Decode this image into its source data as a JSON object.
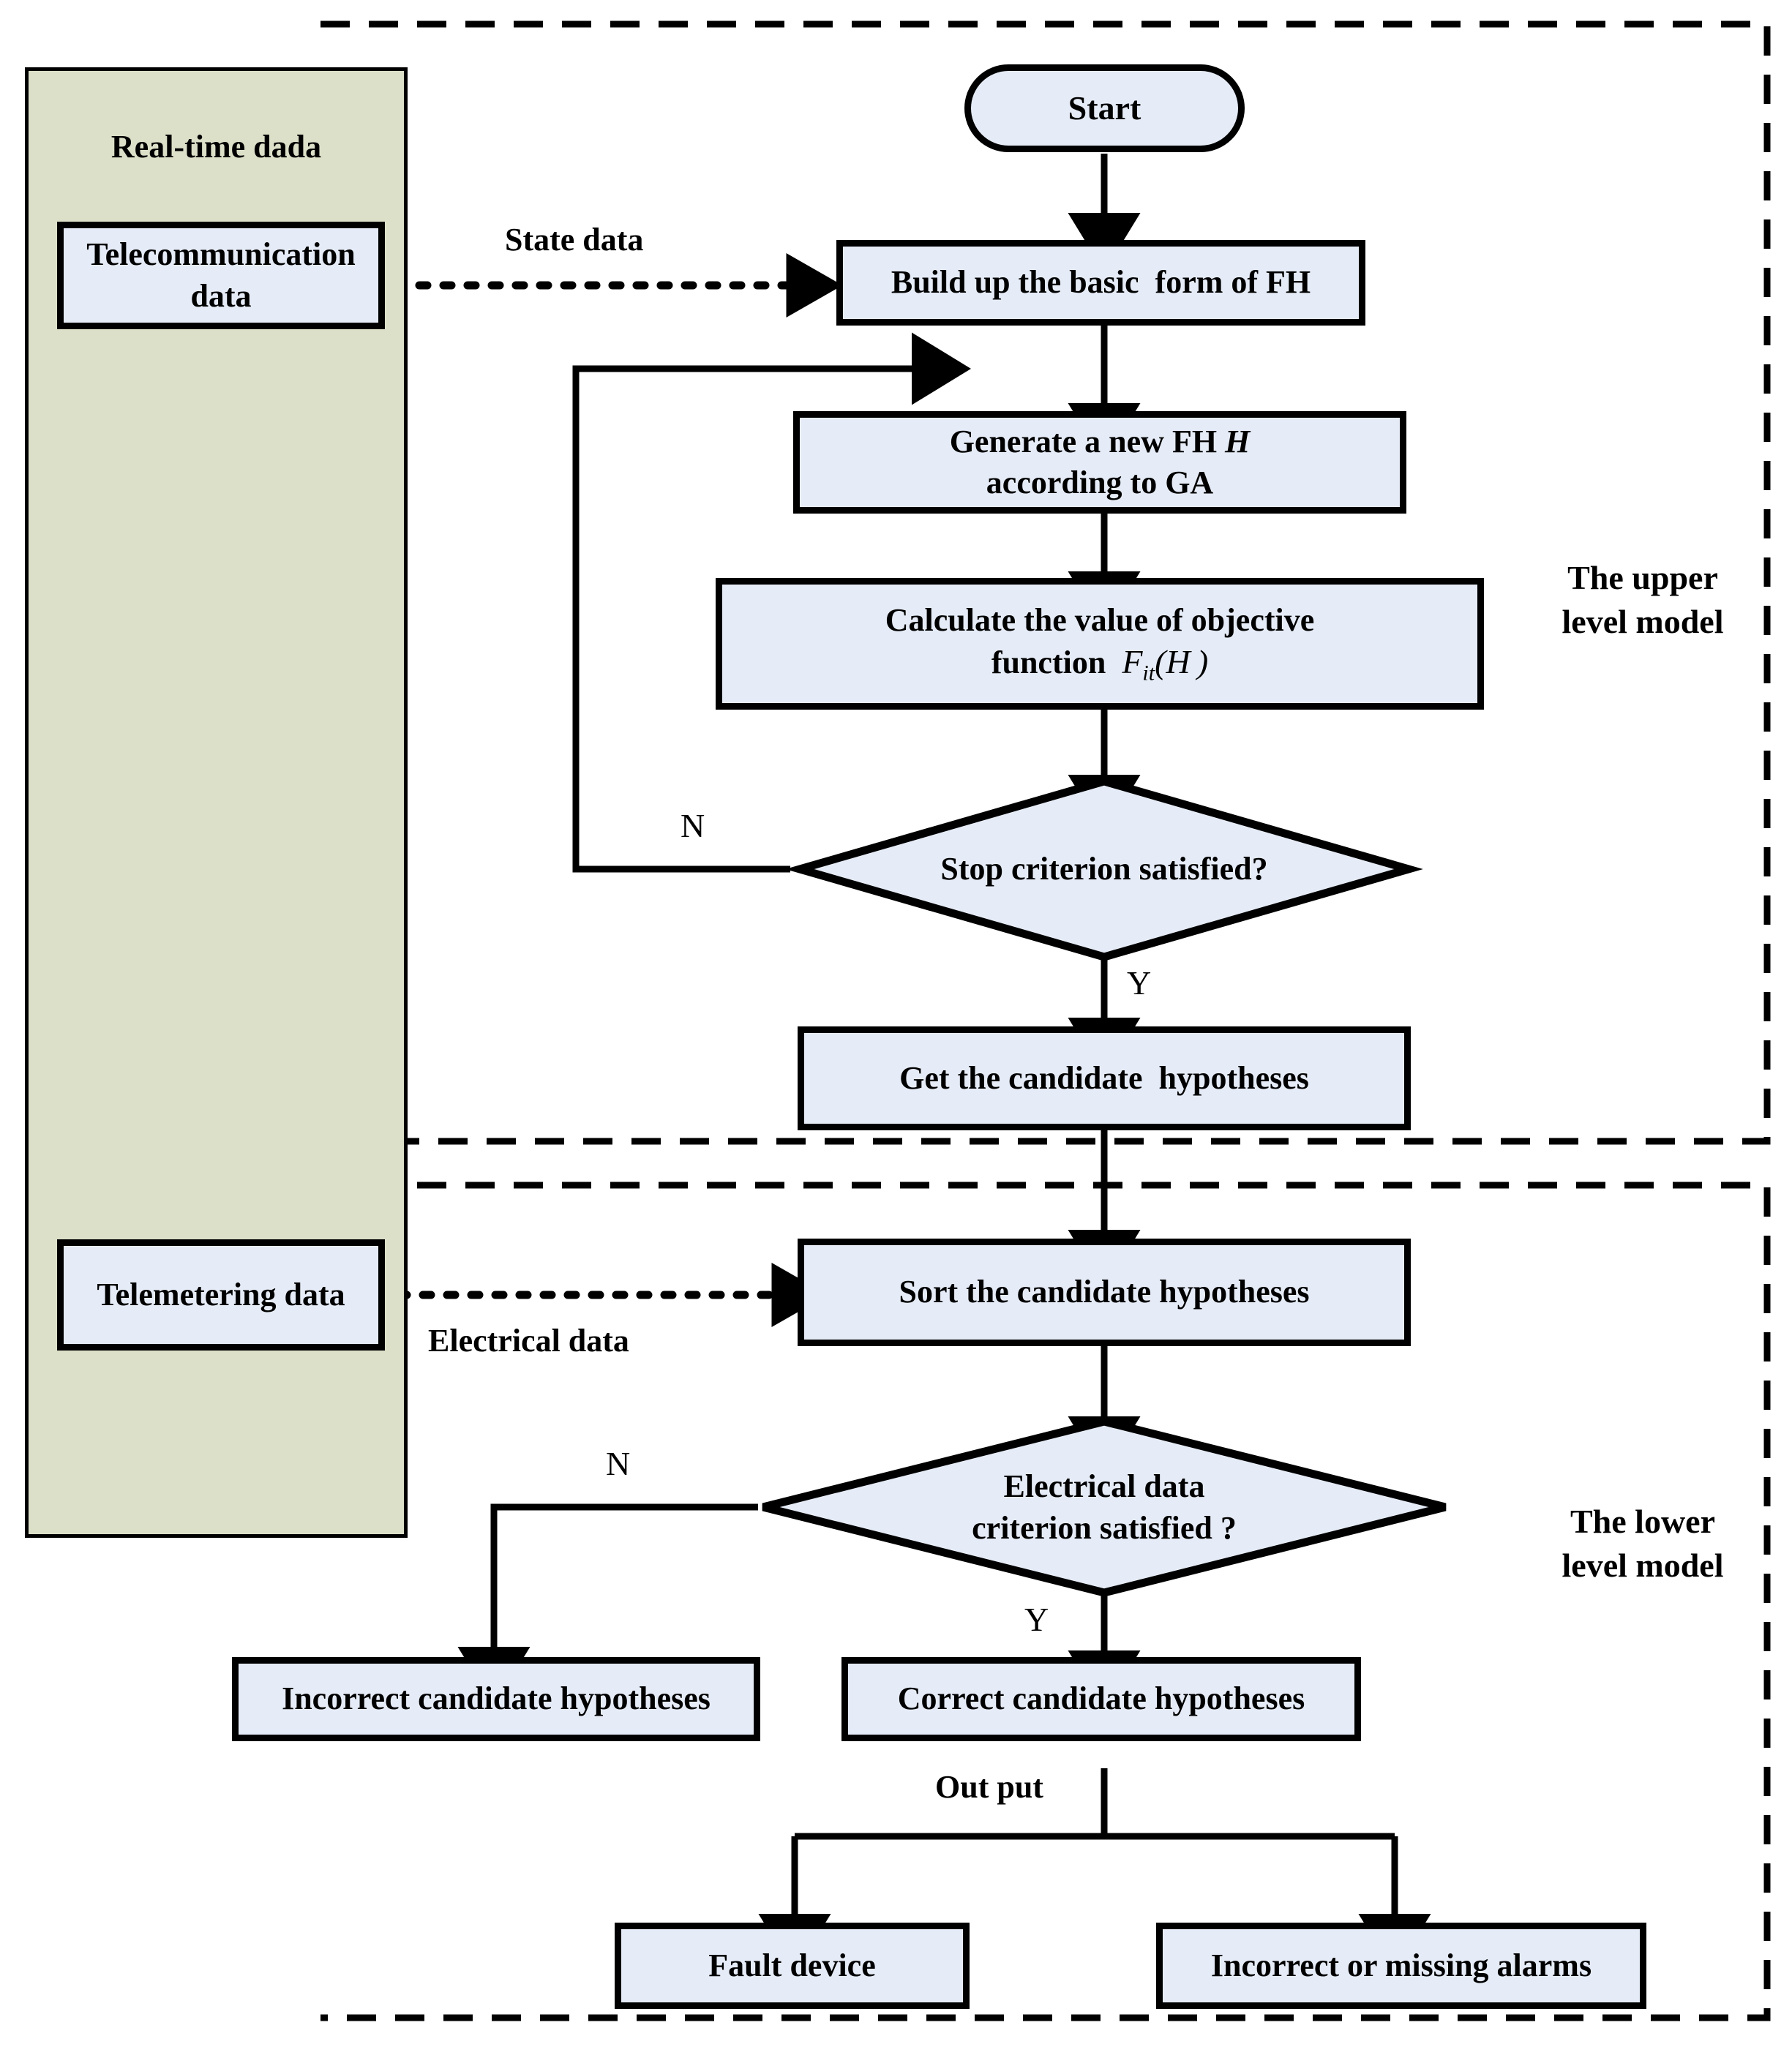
{
  "figure": {
    "type": "flowchart",
    "background": "#ffffff",
    "node_fill": "#e6ecf7",
    "panel_fill": "#dce0c8",
    "stroke": "#000000"
  },
  "panel": {
    "title": "Real-time dada",
    "boxes": [
      {
        "id": "telecom",
        "label": "Telecommunication\ndata"
      },
      {
        "id": "telemetering",
        "label": "Telemetering data"
      }
    ]
  },
  "regions": [
    {
      "id": "upper",
      "label": "The upper\nlevel model"
    },
    {
      "id": "lower",
      "label": "The lower\nlevel model"
    }
  ],
  "nodes": [
    {
      "id": "start",
      "shape": "terminator",
      "label": "Start"
    },
    {
      "id": "build",
      "shape": "process",
      "label": "Build up the basic  form of FH"
    },
    {
      "id": "generate",
      "shape": "process",
      "label": "Generate a new FH H\naccording to GA",
      "italic_tokens": [
        "H"
      ]
    },
    {
      "id": "calculate",
      "shape": "process",
      "label": "Calculate the value of objective\nfunction  Fit(H)",
      "formula": "F_it(H)"
    },
    {
      "id": "stop",
      "shape": "decision",
      "label": "Stop criterion satisfied?"
    },
    {
      "id": "get",
      "shape": "process",
      "label": "Get the candidate  hypotheses"
    },
    {
      "id": "sort",
      "shape": "process",
      "label": "Sort the candidate hypotheses"
    },
    {
      "id": "elec",
      "shape": "decision",
      "label": "Electrical data\ncriterion satisfied ?"
    },
    {
      "id": "incorrect_hyp",
      "shape": "process",
      "label": "Incorrect candidate hypotheses"
    },
    {
      "id": "correct_hyp",
      "shape": "process",
      "label": "Correct candidate hypotheses"
    },
    {
      "id": "fault_device",
      "shape": "process",
      "label": "Fault device"
    },
    {
      "id": "missing_alarms",
      "shape": "process",
      "label": "Incorrect or missing alarms"
    }
  ],
  "edge_labels": [
    {
      "id": "state-data",
      "text": "State data",
      "style": "bold"
    },
    {
      "id": "electrical-data",
      "text": "Electrical data",
      "style": "bold"
    },
    {
      "id": "stop-no",
      "text": "N",
      "style": "plain"
    },
    {
      "id": "stop-yes",
      "text": "Y",
      "style": "plain"
    },
    {
      "id": "elec-no",
      "text": "N",
      "style": "plain"
    },
    {
      "id": "elec-yes",
      "text": "Y",
      "style": "plain"
    },
    {
      "id": "output",
      "text": "Out put",
      "style": "bold"
    }
  ],
  "formula": {
    "prefix": "F",
    "subscript": "it",
    "argument": "(H)"
  }
}
